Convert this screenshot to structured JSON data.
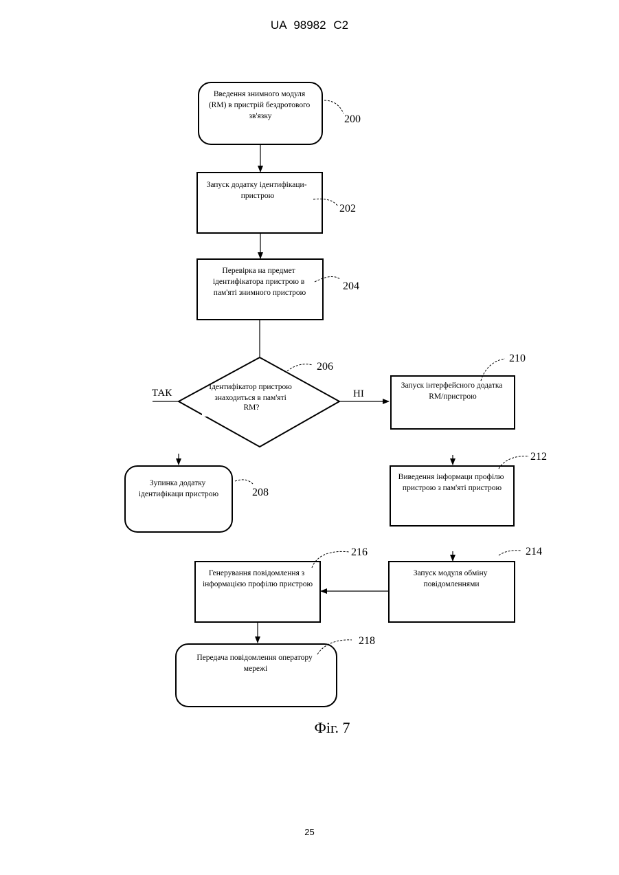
{
  "header": {
    "title": "UA   98982   C2"
  },
  "figure": {
    "caption": "Фіг. 7"
  },
  "page": {
    "number": "25"
  },
  "nodes": [
    {
      "id": "200",
      "shape": "rounded",
      "lines": [
        "Введення знимного модуля",
        "(RM) в пристрій бездротового",
        "зв'язку"
      ]
    },
    {
      "id": "202",
      "shape": "rect",
      "lines": [
        "Запуск додатку ідентифікаци-",
        "пристрою"
      ]
    },
    {
      "id": "204",
      "shape": "rect",
      "lines": [
        "Перевірка на предмет",
        "ідентифікатора пристрою в",
        "пам'яті знимного пристрою"
      ]
    },
    {
      "id": "206",
      "shape": "diamond",
      "lines": [
        "Ідентифікатор пристрою",
        "знаходиться в пам'яті",
        "RM?"
      ]
    },
    {
      "id": "208",
      "shape": "rounded",
      "lines": [
        "Зупинка додатку",
        "ідентифікаци пристрою"
      ]
    },
    {
      "id": "210",
      "shape": "rect",
      "lines": [
        "Запуск інтерфейсного додатка",
        "RM/пристрою"
      ]
    },
    {
      "id": "212",
      "shape": "rect",
      "lines": [
        "Виведення інформаци профілю",
        "пристрою з пам'яті пристрою"
      ]
    },
    {
      "id": "214",
      "shape": "rect",
      "lines": [
        "Запуск модуля обміну",
        "повідомленнями"
      ]
    },
    {
      "id": "216",
      "shape": "rect",
      "lines": [
        "Генерування повідомлення з",
        "інформацією профілю пристрою"
      ]
    },
    {
      "id": "218",
      "shape": "rounded",
      "lines": [
        "Передача повідомлення оператору",
        "мережі"
      ]
    }
  ],
  "refs": [
    "200",
    "202",
    "204",
    "206",
    "208",
    "210",
    "212",
    "214",
    "216",
    "218"
  ],
  "branch_labels": {
    "yes": "ТАК",
    "no": "НІ"
  }
}
